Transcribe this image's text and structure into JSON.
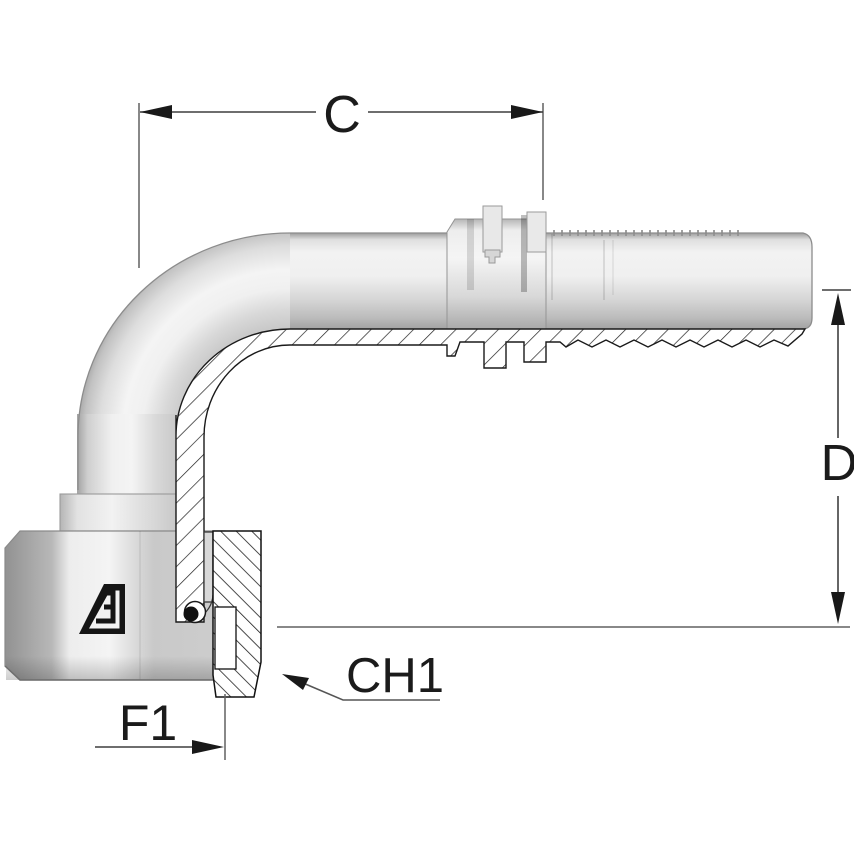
{
  "drawing": {
    "title": "90-degree elbow hose fitting - half-section technical drawing",
    "dimensions": {
      "c": "C",
      "d": "D",
      "f1": "F1",
      "ch1": "CH1"
    },
    "colors": {
      "background": "#ffffff",
      "dimension_line": "#3f3f3f",
      "section_outline": "#1a1a1a",
      "body_highlight": "#f4f4f4",
      "body_shadow": "#a2a2a2"
    },
    "logo_icon": "manufacturer-triangle-logo"
  }
}
